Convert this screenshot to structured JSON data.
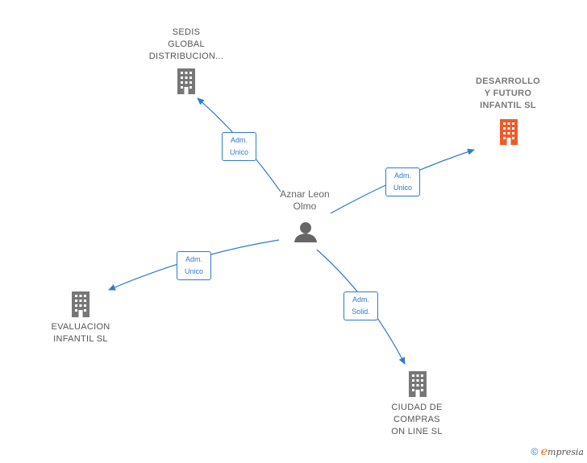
{
  "person": {
    "name_line1": "Aznar Leon",
    "name_line2": "Olmo"
  },
  "companies": [
    {
      "id": "sedis",
      "name": "SEDIS\nGLOBAL\nDISTRIBUCION...",
      "highlight": false
    },
    {
      "id": "desarrollo",
      "name": "DESARROLLO\nY FUTURO\nINFANTIL SL",
      "highlight": true
    },
    {
      "id": "evaluacion",
      "name": "EVALUACION\nINFANTIL SL",
      "highlight": false
    },
    {
      "id": "ciudad",
      "name": "CIUDAD DE\nCOMPRAS\nON LINE SL",
      "highlight": false
    }
  ],
  "edges": [
    {
      "to": "sedis",
      "line1": "Adm.",
      "line2": "Unico"
    },
    {
      "to": "desarrollo",
      "line1": "Adm.",
      "line2": "Unico"
    },
    {
      "to": "evaluacion",
      "line1": "Adm.",
      "line2": "Unico"
    },
    {
      "to": "ciudad",
      "line1": "Adm.",
      "line2": "Solid."
    }
  ],
  "colors": {
    "edge": "#2f7ad1",
    "building": "#777777",
    "building_highlight": "#f05a28",
    "person": "#666666"
  },
  "footer": {
    "copyright": "©",
    "brand_initial": "e",
    "brand_rest": "mpresia"
  }
}
